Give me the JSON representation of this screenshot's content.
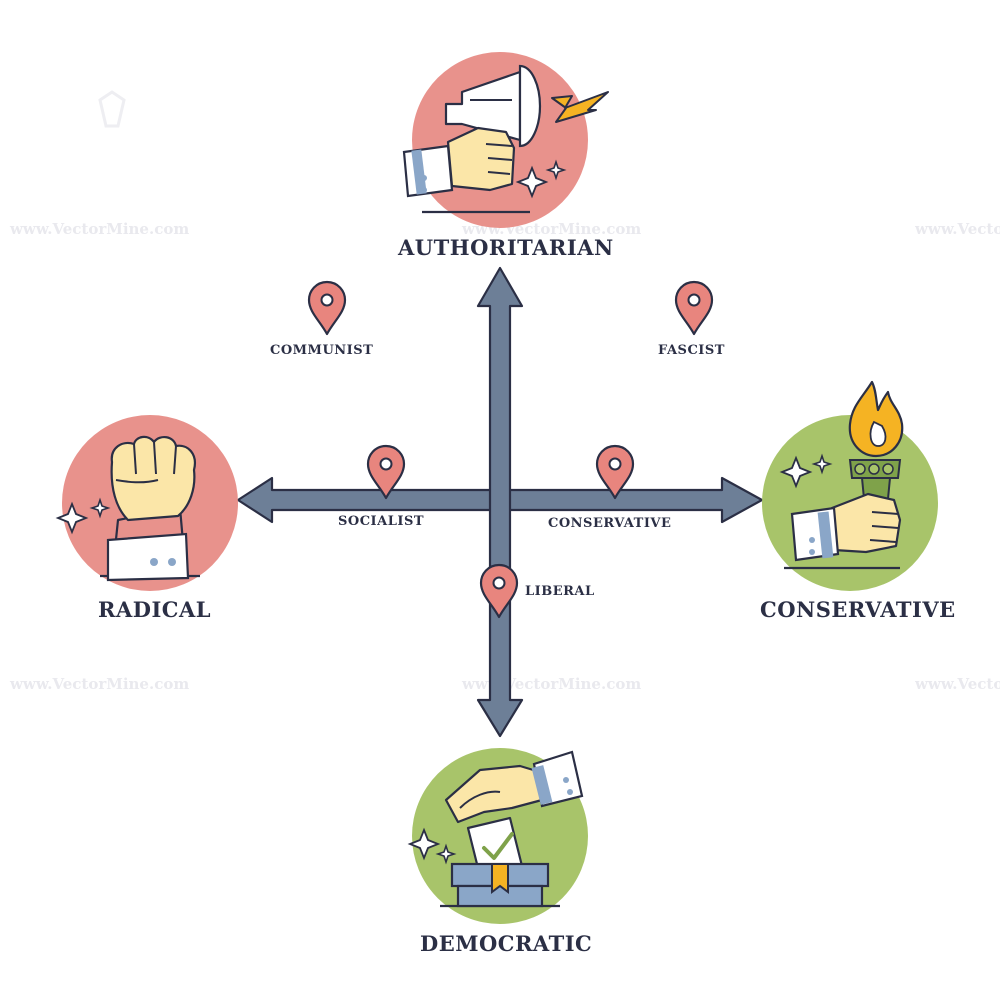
{
  "poles": {
    "top": "AUTHORITARIAN",
    "left": "RADICAL",
    "right": "CONSERVATIVE",
    "bottom": "DEMOCRATIC"
  },
  "markers": {
    "communist": "COMMUNIST",
    "fascist": "FASCIST",
    "socialist": "SOCIALIST",
    "conservative": "CONSERVATIVE",
    "liberal": "LIBERAL"
  },
  "watermark": "www.VectorMine.com",
  "colors": {
    "axis": "#6d7f97",
    "axis_outline": "#2b2f45",
    "pin": "#e8857e",
    "red_circle": "#e8928c",
    "green_circle": "#a8c46a",
    "skin": "#fbe6a8",
    "cuff": "#8aa6c8",
    "flame": "#f5b323",
    "text": "#2b2f45"
  },
  "icons": {
    "top": "megaphone-icon",
    "left": "raised-fist-icon",
    "right": "torch-icon",
    "bottom": "ballot-box-icon",
    "markers": "location-pin-icon"
  }
}
